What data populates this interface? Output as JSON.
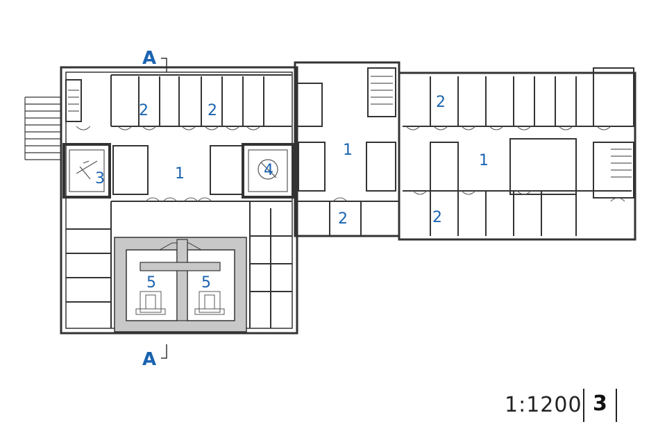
{
  "accent_color": "#1a63b0",
  "wall_color": "#333333",
  "shield_fill": "#c8c8c8",
  "section_mark": {
    "top_letter": "A",
    "bottom_letter": "A"
  },
  "room_labels": {
    "r1a": "1",
    "r1b": "1",
    "r1c": "1",
    "r2a": "2",
    "r2b": "2",
    "r2c": "2",
    "r2d": "2",
    "r2e": "2",
    "r3": "3",
    "r4": "4",
    "r5a": "5",
    "r5b": "5"
  },
  "footer": {
    "scale": "1:1200",
    "sheet_number": "3"
  }
}
